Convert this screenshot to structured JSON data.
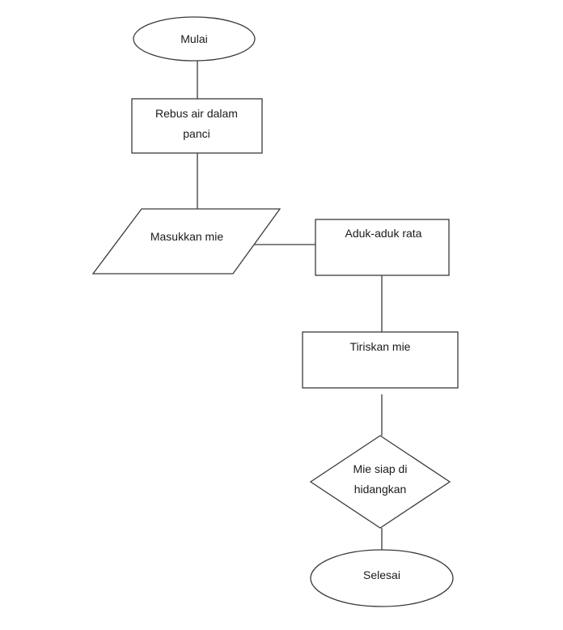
{
  "flowchart": {
    "start": {
      "label": "Mulai"
    },
    "step_boil": {
      "line1": "Rebus air dalam",
      "line2": "panci"
    },
    "input_noodles": {
      "label": "Masukkan mie"
    },
    "step_stir": {
      "label": "Aduk-aduk rata"
    },
    "step_drain": {
      "label": "Tiriskan mie"
    },
    "decision_ready": {
      "line1": "Mie siap di",
      "line2": "hidangkan"
    },
    "end": {
      "label": "Selesai"
    }
  },
  "colors": {
    "stroke": "#3a3a3a",
    "text": "#1a1a1a",
    "background": "#ffffff"
  }
}
